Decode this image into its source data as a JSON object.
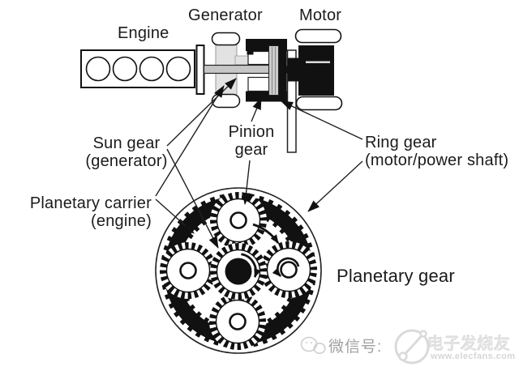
{
  "colors": {
    "ink": "#111111",
    "light_gray_fill": "#e2e2e2",
    "shaft_gray": "#c6c6c6",
    "watermark_gray": "#a0a0a0",
    "watermark_light": "#e2e2e2"
  },
  "labels": {
    "engine": "Engine",
    "generator": "Generator",
    "motor": "Motor",
    "sun_gear": {
      "line1": "Sun gear",
      "line2": "(generator)"
    },
    "pinion_gear": {
      "line1": "Pinion",
      "line2": "gear"
    },
    "ring_gear": {
      "line1": "Ring gear",
      "line2": "(motor/power shaft)"
    },
    "planetary_carrier": {
      "line1": "Planetary carrier",
      "line2": "(engine)"
    },
    "planetary_gear": "Planetary gear"
  },
  "watermark": {
    "wechat_prefix": "微信号:",
    "brand_name": "电子发烧友",
    "brand_url": "www.elecfans.com"
  }
}
